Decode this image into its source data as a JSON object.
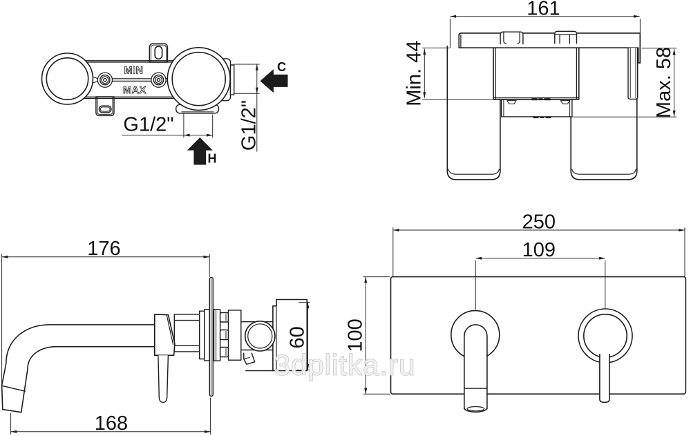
{
  "document": {
    "type": "technical installation drawing",
    "subject": "wall-mounted single-lever basin mixer with concealed body",
    "background_color": "#ffffff",
    "line_color": "#1c1c1c"
  },
  "watermark": {
    "text": "3dplitka.ru",
    "color": "#c7c7c7"
  },
  "views": {
    "top_view_body": {
      "title": "top view of concealed mixer body",
      "label_min": "MIN",
      "label_max": "MAX",
      "dim_hot_thread": "G1/2\"",
      "dim_cold_thread": "G1/2\"",
      "label_cold": "C",
      "label_hot": "H"
    },
    "front_view_body": {
      "title": "front view of concealed mixer body",
      "dim_width": "161",
      "dim_min_depth": "Min. 44",
      "dim_max_depth": "Max. 58"
    },
    "side_view_trim": {
      "title": "side view of spout and handle trim",
      "dim_spout_reach": "176",
      "dim_outlet_reach": "168",
      "dim_body_height": "60"
    },
    "front_view_trim": {
      "title": "front view of wall plate trim",
      "dim_plate_width": "250",
      "dim_hole_spacing": "109",
      "dim_plate_height": "100"
    }
  }
}
